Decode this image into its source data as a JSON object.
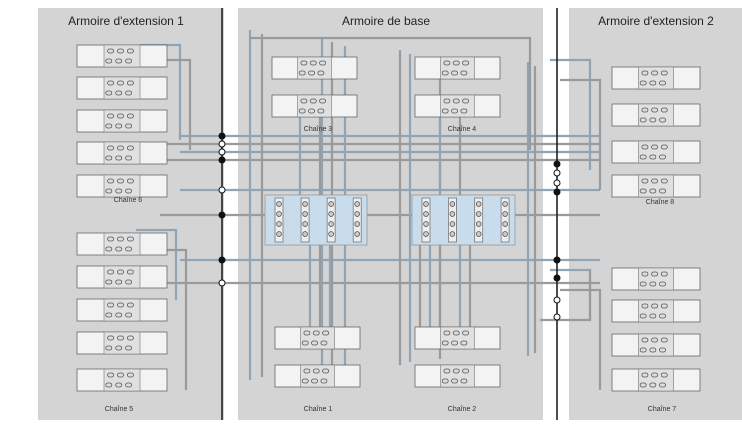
{
  "cabinets": [
    {
      "title": "Armoire d'extension 1"
    },
    {
      "title": "Armoire de base"
    },
    {
      "title": "Armoire d'extension 2"
    }
  ],
  "chains": [
    "Chaîne 1",
    "Chaîne 2",
    "Chaîne 3",
    "Chaîne 4",
    "Chaîne 5",
    "Chaîne 6",
    "Chaîne 7",
    "Chaîne 8"
  ],
  "colors": {
    "panel": "#d4d4d4",
    "cable": "#8fa4b4",
    "cable_gray": "#9a9a9a",
    "controller": "#c8dcec",
    "divider": "#222222"
  }
}
